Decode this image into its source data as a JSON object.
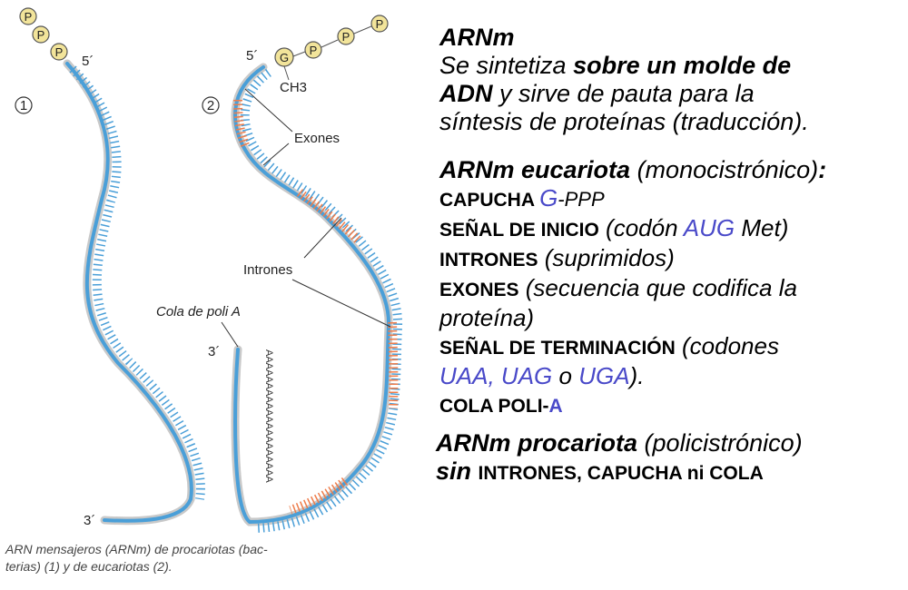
{
  "diagram": {
    "p_labels": [
      "P",
      "P",
      "P",
      "P",
      "P",
      "P"
    ],
    "g_label": "G",
    "ch3_label": "CH3",
    "five_prime": "5´",
    "three_prime": "3´",
    "num1": "1",
    "num2": "2",
    "exones": "Exones",
    "intrones": "Intrones",
    "cola": "Cola de poli A",
    "polyA": "AAAAAAAAAAAAAAAAAAAA"
  },
  "caption": {
    "line1": "ARN mensajeros (ARNm) de procariotas (bac-",
    "line2": "terias) (1) y de eucariotas (2)."
  },
  "text": {
    "h1": "ARNm",
    "p1a": "Se sintetiza ",
    "p1b": "sobre un molde de",
    "p2a": "ADN",
    "p2b": " y sirve de pauta para la",
    "p3": "síntesis de proteínas (traducción).",
    "h2": "ARNm eucariota",
    "h2b": " (monocistrónico)",
    "h2c": ":",
    "cap_k": "CAPUCHA ",
    "cap_g": "G",
    "cap_p": "-PPP",
    "ini_k": "SEÑAL DE INICIO",
    "ini_a": " (codón ",
    "ini_aug": "AUG",
    "ini_b": " Met)",
    "intr_k": "INTRONES",
    "intr_a": " (suprimidos)",
    "exo_k": "EXONES",
    "exo_a": " (secuencia que codifica la",
    "exo_b": "proteína)",
    "ter_k": "SEÑAL DE TERMINACIÓN",
    "ter_a": " (codones",
    "uaa": "UAA",
    "comma": ", ",
    "uag": "UAG",
    "o": " o ",
    "uga": "UGA",
    "close": ").",
    "cola_k": "COLA POLI-",
    "cola_a": "A",
    "h3": "ARNm procariota",
    "h3b": " (policistrónico)",
    "sin": "sin ",
    "sin_k": "INTRONES, CAPUCHA ni COLA"
  },
  "colors": {
    "exon": "#4a9fd8",
    "intron": "#ee7c4a",
    "backbone": "#c9c9c9",
    "accent_text": "#4a4ac9"
  }
}
